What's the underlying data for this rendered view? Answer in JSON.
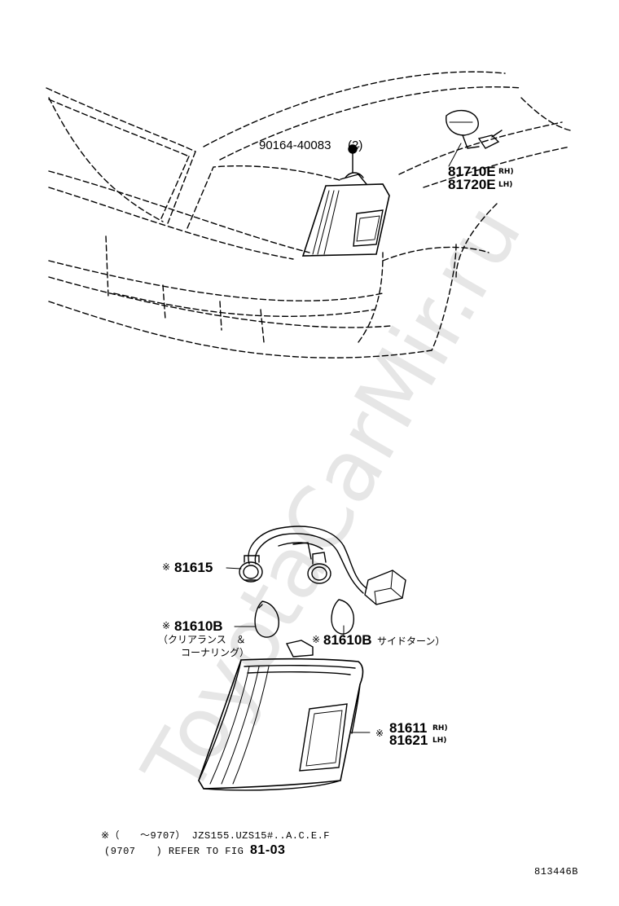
{
  "watermark": "ToyotaCarMir.ru",
  "upper_assembly": {
    "screw": {
      "part_no": "90164-40083",
      "qty": "(2)"
    },
    "side_marker": {
      "part_no_rh": "81710E",
      "side_rh": "RH)",
      "part_no_lh": "81720E",
      "side_lh": "LH)"
    }
  },
  "lower_assembly": {
    "socket": {
      "mark": "※",
      "part_no": "81615"
    },
    "bulb_clearance": {
      "mark": "※",
      "part_no": "81610B",
      "desc_line1": "（クリアランス　＆",
      "desc_line2": "コーナリング）"
    },
    "bulb_side_turn": {
      "mark": "※",
      "part_no": "81610B",
      "desc": "サイドターン）"
    },
    "lens_assembly": {
      "mark": "※",
      "part_no_rh": "81611",
      "side_rh": "RH)",
      "part_no_lh": "81621",
      "side_lh": "LH)"
    }
  },
  "footnote": {
    "line1": "※（　　～9707） JZS155.UZS15#..A.C.E.F",
    "line2_prefix": " (9707　　) REFER TO FIG",
    "fig_ref": "81-03"
  },
  "figure_id": "813446B"
}
